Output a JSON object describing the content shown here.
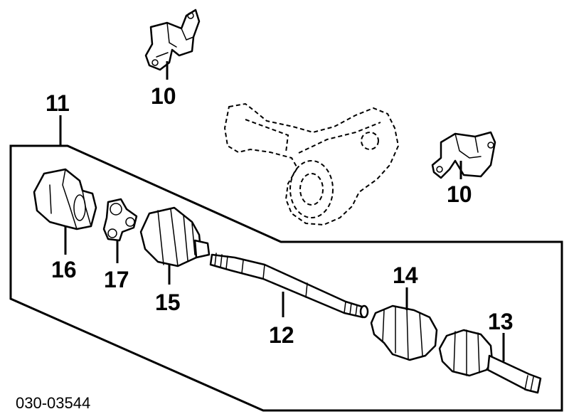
{
  "diagram": {
    "callouts": [
      {
        "id": "bracket-upper",
        "label": "10"
      },
      {
        "id": "bracket-right",
        "label": "10"
      },
      {
        "id": "assembly",
        "label": "11"
      },
      {
        "id": "shaft",
        "label": "12"
      },
      {
        "id": "outer-joint",
        "label": "13"
      },
      {
        "id": "outer-boot",
        "label": "14"
      },
      {
        "id": "inner-boot",
        "label": "15"
      },
      {
        "id": "inner-housing",
        "label": "16"
      },
      {
        "id": "tripod",
        "label": "17"
      }
    ],
    "drawing_code": "030-03544"
  }
}
